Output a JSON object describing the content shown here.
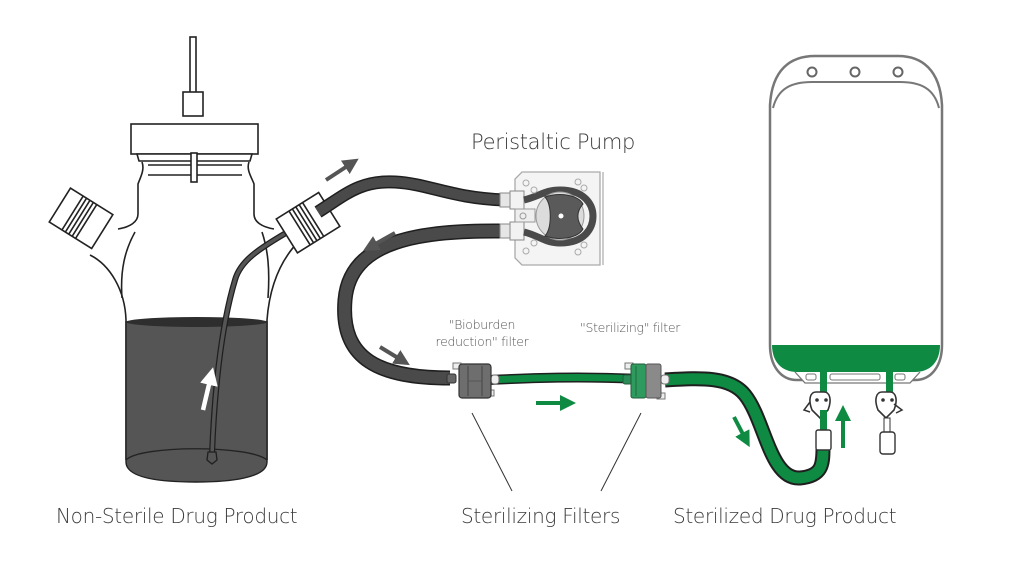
{
  "diagram": {
    "title": "Sterile filtration process",
    "colors": {
      "tube_dark": "#4a4a4a",
      "tube_outline": "#1f1f1f",
      "liquid_dark": "#555555",
      "liquid_surface": "#2e2e2e",
      "sterile_green": "#0e8a43",
      "arrow_grey": "#555555",
      "arrow_green": "#0e8a43",
      "line": "#333333"
    },
    "labels": {
      "source": "Non-Sterile Drug Product",
      "pump": "Peristaltic Pump",
      "bioburden_filter_line1": "\"Bioburden",
      "bioburden_filter_line2": "reduction\" filter",
      "sterilizing_filter": "\"Sterilizing\" filter",
      "filters_group": "Sterilizing Filters",
      "destination": "Sterilized Drug Product"
    },
    "components": [
      {
        "id": "vessel",
        "name": "Non-sterile product vessel",
        "contents": "non-sterile liquid"
      },
      {
        "id": "pump",
        "name": "Peristaltic Pump"
      },
      {
        "id": "bioburden-filter",
        "name": "Bioburden reduction filter"
      },
      {
        "id": "sterilizing-filter",
        "name": "Sterilizing filter"
      },
      {
        "id": "bag",
        "name": "Sterile product bag",
        "contents": "sterilized liquid"
      }
    ],
    "flow": [
      {
        "from": "vessel",
        "to": "pump",
        "tube": "dark"
      },
      {
        "from": "pump",
        "to": "bioburden-filter",
        "tube": "dark"
      },
      {
        "from": "bioburden-filter",
        "to": "sterilizing-filter",
        "tube": "green"
      },
      {
        "from": "sterilizing-filter",
        "to": "bag",
        "tube": "green"
      }
    ]
  }
}
